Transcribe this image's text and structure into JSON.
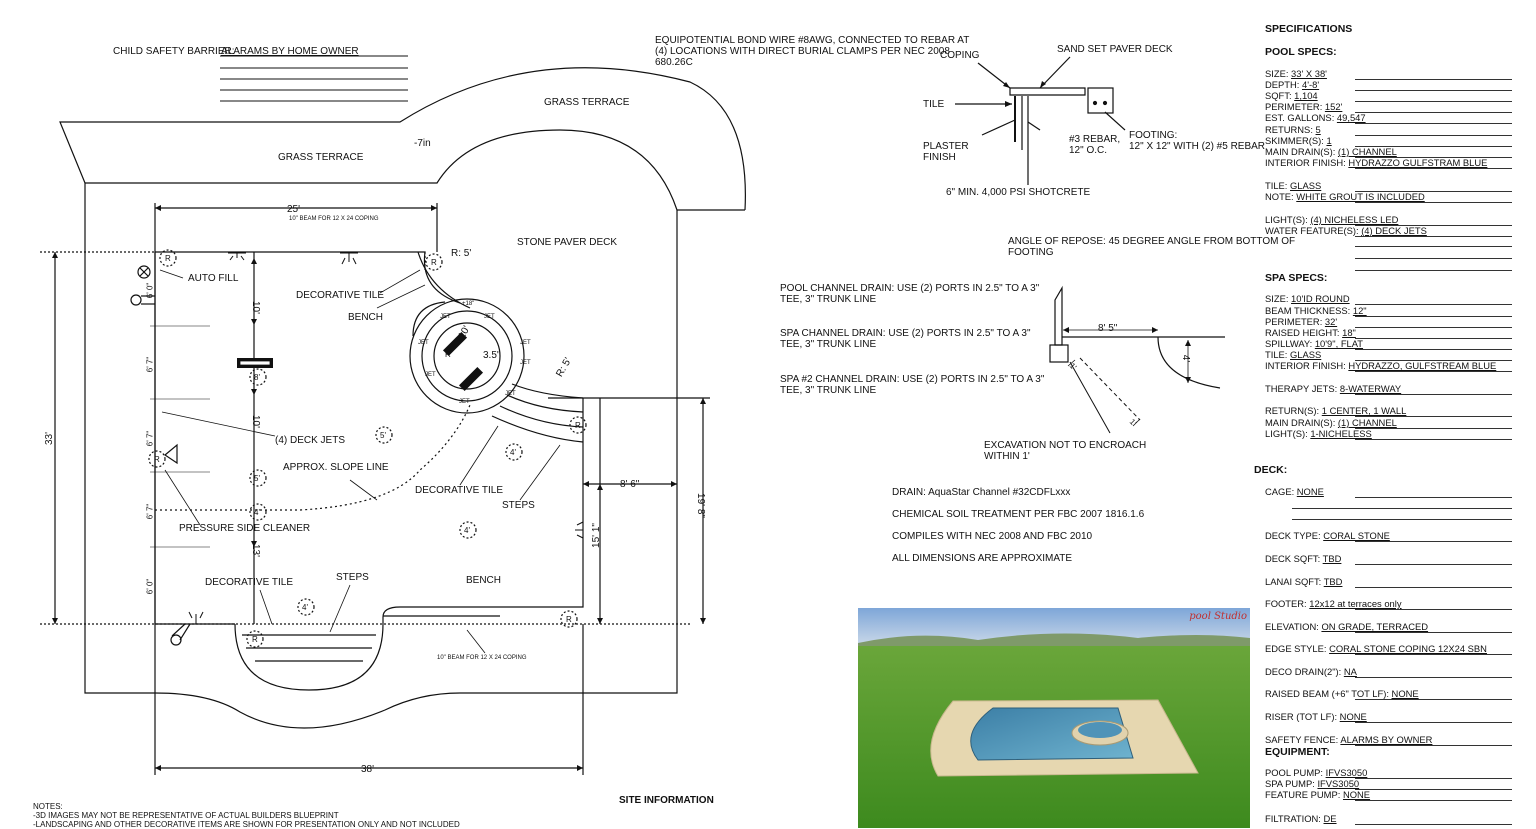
{
  "site_plan": {
    "child_barrier_label": "CHILD SAFETY BARRIER:",
    "child_barrier_value": "ALARAMS BY HOME OWNER",
    "grass_terrace_1": "GRASS TERRACE",
    "grass_terrace_2": "GRASS TERRACE",
    "elev": "-7in",
    "width_dim": "25'",
    "beam_top": "10\" BEAM FOR 12 X 24 COPING",
    "beam_bottom": "10\" BEAM FOR 12 X 24 COPING",
    "stone_paver": "STONE PAVER DECK",
    "auto_fill": "AUTO FILL",
    "decorative_tile_1": "DECORATIVE TILE",
    "decorative_tile_2": "DECORATIVE TILE",
    "decorative_tile_3": "DECORATIVE TILE",
    "bench_1": "BENCH",
    "bench_2": "BENCH",
    "deck_jets": "(4) DECK JETS",
    "slope_line": "APPROX. SLOPE LINE",
    "pressure_cleaner": "PRESSURE SIDE CLEANER",
    "steps_1": "STEPS",
    "steps_2": "STEPS",
    "r5a": "R: 5'",
    "r5b": "R: 5'",
    "d33": "33'",
    "d38": "38'",
    "d86": "8' 6\"",
    "d151": "15' 1\"",
    "d198": "19' 8\"",
    "d10a": "10'",
    "d10b": "10'",
    "d13": "13'",
    "d10c": "10'",
    "d35": "3.5'",
    "sec1": "6' 0\"",
    "sec2": "6' 7\"",
    "sec3": "6' 7\"",
    "sec4": "6' 7\"",
    "sec5": "6' 0\"",
    "depth_8": "8'",
    "depth_5a": "5'",
    "depth_5b": "5'",
    "depth_4a": "4'",
    "depth_4b": "4'",
    "depth_4c": "4'",
    "depth_4d": "4'",
    "r_marker": "R",
    "jet": "JET",
    "plus18": "+18\"",
    "notes_1": "NOTES:",
    "notes_2": "-3D IMAGES MAY NOT BE REPRESENTATIVE OF ACTUAL BUILDERS BLUEPRINT",
    "notes_3": "-LANDSCAPING AND OTHER DECORATIVE ITEMS ARE SHOWN FOR PRESENTATION ONLY AND NOT INCLUDED",
    "site_info": "SITE INFORMATION"
  },
  "details": {
    "bond_wire_1": "EQUIPOTENTIAL BOND WIRE #8AWG, CONNECTED TO REBAR AT",
    "bond_wire_2": "(4) LOCATIONS WITH DIRECT BURIAL CLAMPS PER NEC 2008",
    "bond_wire_3": "680.26C",
    "coping": "COPING",
    "sand_set": "SAND SET PAVER DECK",
    "tile": "TILE",
    "plaster_1": "PLASTER",
    "plaster_2": "FINISH",
    "rebar_1": "#3 REBAR,",
    "rebar_2": "12\" O.C.",
    "footing_1": "FOOTING:",
    "footing_2": "12\" X 12\" WITH (2) #5 REBAR",
    "shotcrete": "6\" MIN. 4,000 PSI SHOTCRETE",
    "repose_1": "ANGLE OF REPOSE: 45 DEGREE ANGLE FROM BOTTOM OF",
    "repose_2": "FOOTING",
    "pool_drain_1": "POOL CHANNEL DRAIN: USE (2) PORTS IN 2.5\" TO A 3\"",
    "pool_drain_2": "TEE, 3\" TRUNK LINE",
    "spa_drain_1": "SPA CHANNEL DRAIN: USE (2) PORTS IN 2.5\" TO A 3\"",
    "spa_drain_2": "TEE, 3\" TRUNK LINE",
    "spa2_drain_1": "SPA #2 CHANNEL DRAIN: USE (2) PORTS IN 2.5\" TO A 3\"",
    "spa2_drain_2": "TEE, 3\" TRUNK LINE",
    "dim_85": "8' 5\"",
    "dim_4": "4'",
    "dim_1": "1'",
    "excavation_1": "EXCAVATION NOT TO ENCROACH",
    "excavation_2": "WITHIN 1'",
    "drain": "DRAIN: AquaStar Channel #32CDFLxxx",
    "chemical": "CHEMICAL SOIL TREATMENT PER FBC 2007 1816.1.6",
    "complies": "COMPILES WITH NEC 2008 AND FBC 2010",
    "approx": "ALL DIMENSIONS ARE APPROXIMATE"
  },
  "render": {
    "logo": "pool Studio"
  },
  "specs": {
    "title": "SPECIFICATIONS",
    "pool_title": "POOL SPECS:",
    "pool": [
      {
        "k": "SIZE: ",
        "v": "33' X 38'"
      },
      {
        "k": "DEPTH: ",
        "v": "4'-8'"
      },
      {
        "k": "SQFT: ",
        "v": "1,104"
      },
      {
        "k": "PERIMETER: ",
        "v": "152'"
      },
      {
        "k": "EST. GALLONS: ",
        "v": "49,547"
      },
      {
        "k": "RETURNS: ",
        "v": "5"
      },
      {
        "k": "SKIMMER(S): ",
        "v": "1"
      },
      {
        "k": "MAIN DRAIN(S): ",
        "v": "(1) CHANNEL"
      },
      {
        "k": "INTERIOR FINISH: ",
        "v": "HYDRAZZO GULFSTRAM BLUE"
      },
      {
        "k": "TILE: ",
        "v": "GLASS"
      },
      {
        "k": "NOTE: ",
        "v": "WHITE GROUT IS INCLUDED"
      },
      {
        "k": "LIGHT(S): ",
        "v": "(4) NICHELESS LED"
      },
      {
        "k": "WATER FEATURE(S): ",
        "v": "(4) DECK JETS"
      }
    ],
    "spa_title": "SPA SPECS:",
    "spa": [
      {
        "k": "SIZE: ",
        "v": "10'ID ROUND"
      },
      {
        "k": "BEAM THICKNESS: ",
        "v": "12\""
      },
      {
        "k": "PERIMETER: ",
        "v": "32'"
      },
      {
        "k": "RAISED HEIGHT: ",
        "v": "18\""
      },
      {
        "k": "SPILLWAY: ",
        "v": "10'9\", FLAT"
      },
      {
        "k": "TILE: ",
        "v": "GLASS"
      },
      {
        "k": "INTERIOR FINISH: ",
        "v": " HYDRAZZO, GULFSTREAM BLUE"
      },
      {
        "k": "THERAPY JETS: ",
        "v": "8-WATERWAY"
      },
      {
        "k": "RETURN(S): ",
        "v": "1 CENTER, 1 WALL"
      },
      {
        "k": "MAIN DRAIN(S): ",
        "v": "(1) CHANNEL"
      },
      {
        "k": "LIGHT(S): ",
        "v": "1-NICHELESS"
      }
    ],
    "deck_title": "DECK:",
    "deck": [
      {
        "k": "CAGE: ",
        "v": "NONE"
      },
      {
        "k": "DECK TYPE: ",
        "v": "CORAL STONE"
      },
      {
        "k": "DECK SQFT: ",
        "v": "TBD"
      },
      {
        "k": "LANAI SQFT: ",
        "v": "TBD"
      },
      {
        "k": "FOOTER: ",
        "v": "12x12 at terraces only"
      },
      {
        "k": "ELEVATION: ",
        "v": "ON GRADE, TERRACED"
      },
      {
        "k": "EDGE STYLE: ",
        "v": "CORAL STONE COPING 12X24 SBN"
      },
      {
        "k": "DECO DRAIN(2\"): ",
        "v": "NA"
      },
      {
        "k": "RAISED BEAM (+6\" TOT LF): ",
        "v": "NONE"
      },
      {
        "k": "RISER (TOT LF): ",
        "v": "NONE"
      },
      {
        "k": "SAFETY FENCE: ",
        "v": "ALARMS BY OWNER"
      }
    ],
    "equip_title": "EQUIPMENT:",
    "equip": [
      {
        "k": "POOL PUMP: ",
        "v": "IFVS3050"
      },
      {
        "k": "SPA PUMP: ",
        "v": "IFVS3050"
      },
      {
        "k": "FEATURE PUMP: ",
        "v": "NONE"
      },
      {
        "k": "FILTRATION: ",
        "v": "DE"
      }
    ]
  }
}
